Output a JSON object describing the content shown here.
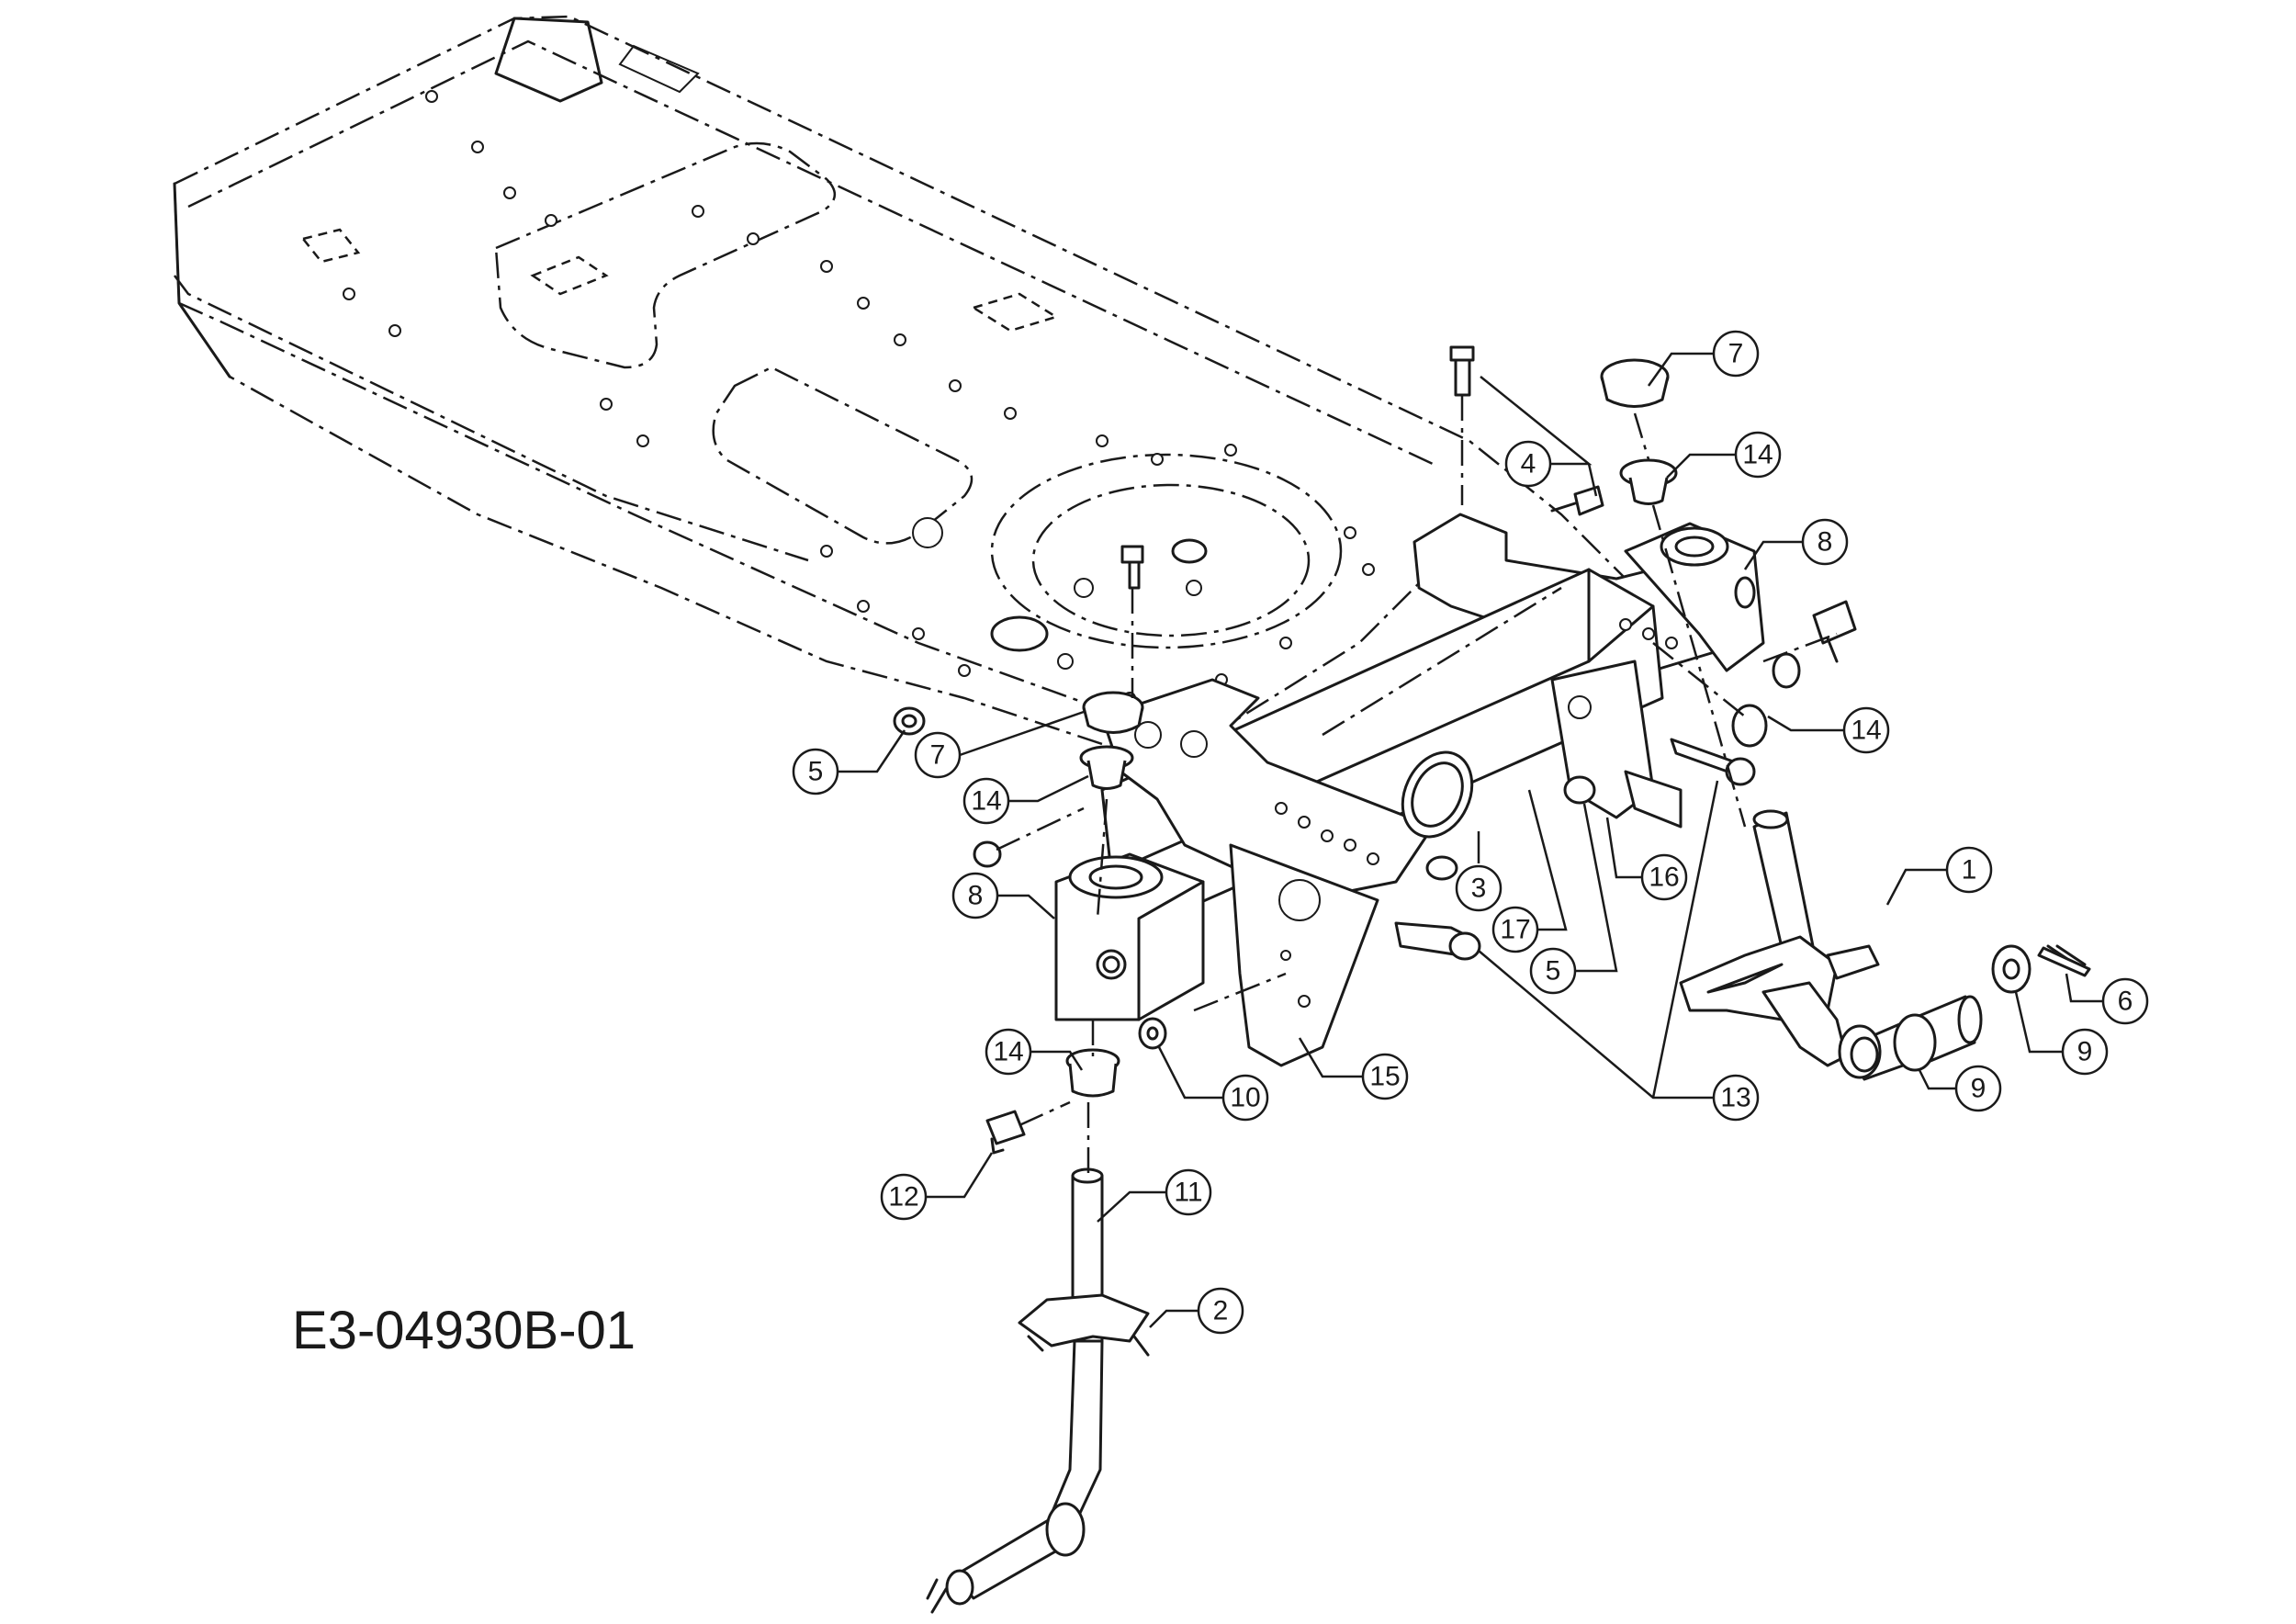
{
  "diagram": {
    "code": "E3-04930B-01",
    "callouts": [
      "7",
      "4",
      "14",
      "8",
      "14",
      "5",
      "7",
      "14",
      "8",
      "3",
      "16",
      "17",
      "5",
      "1",
      "6",
      "9",
      "9",
      "10",
      "15",
      "13",
      "14",
      "12",
      "11",
      "2"
    ]
  }
}
